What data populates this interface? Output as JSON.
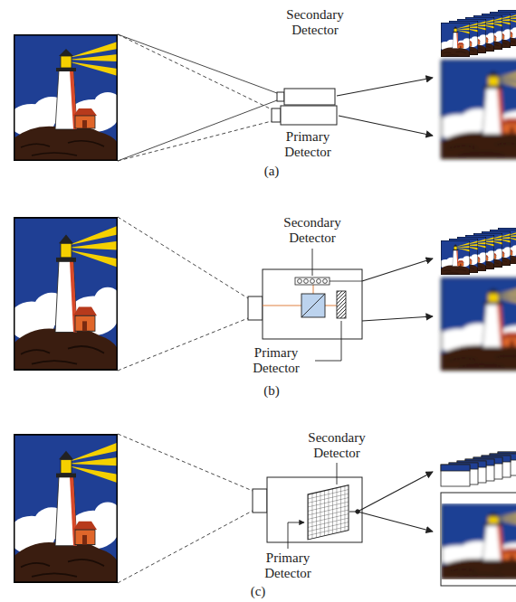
{
  "diagram": {
    "labels": [
      "Secondary Detector",
      "Primary Detector",
      "(a)",
      "Secondary Detector",
      "Primary Detector",
      "(b)",
      "Secondary Detector",
      "Primary Detector",
      "(c)"
    ]
  }
}
